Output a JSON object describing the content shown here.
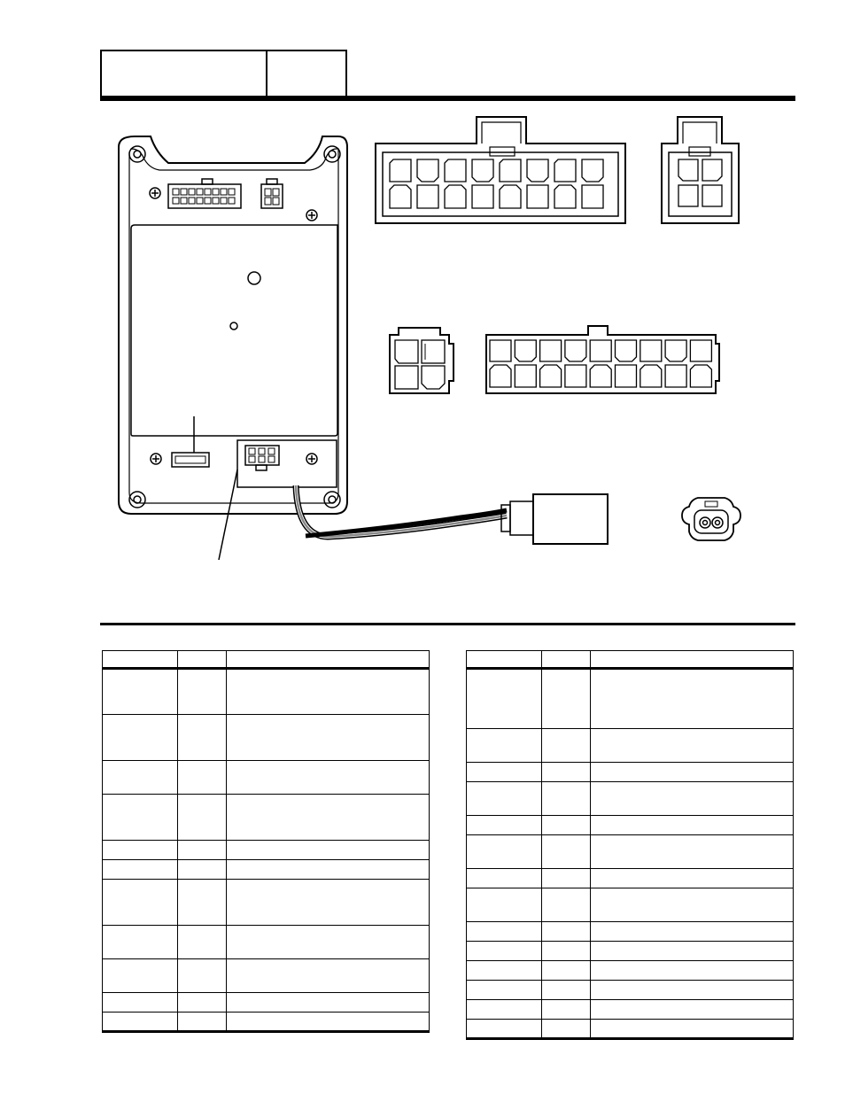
{
  "header": {
    "cell_1": "",
    "cell_2": ""
  },
  "diagram": {
    "parts": [
      "controller-module",
      "sixteen-pin-connector-top",
      "four-pin-connector-top",
      "four-pin-connector-mid",
      "eighteen-pin-connector-mid",
      "cable-plug",
      "plug-end-view"
    ]
  },
  "tables": {
    "left": {
      "headers": [
        "",
        "",
        ""
      ],
      "rows": [
        {
          "c1": "",
          "c2": "",
          "c3": "",
          "h": 52
        },
        {
          "c1": "",
          "c2": "",
          "c3": "",
          "h": 52
        },
        {
          "c1": "",
          "c2": "",
          "c3": "",
          "h": 38
        },
        {
          "c1": "",
          "c2": "",
          "c3": "",
          "h": 52
        },
        {
          "c1": "",
          "c2": "",
          "c3": "",
          "h": 22
        },
        {
          "c1": "",
          "c2": "",
          "c3": "",
          "h": 22
        },
        {
          "c1": "",
          "c2": "",
          "c3": "",
          "h": 52
        },
        {
          "c1": "",
          "c2": "",
          "c3": "",
          "h": 38
        },
        {
          "c1": "",
          "c2": "",
          "c3": "",
          "h": 38
        },
        {
          "c1": "",
          "c2": "",
          "c3": "",
          "h": 22
        },
        {
          "c1": "",
          "c2": "",
          "c3": "",
          "h": 22
        }
      ]
    },
    "right": {
      "headers": [
        "",
        "",
        ""
      ],
      "rows": [
        {
          "c1": "",
          "c2": "",
          "c3": "",
          "h": 68
        },
        {
          "c1": "",
          "c2": "",
          "c3": "",
          "h": 38
        },
        {
          "c1": "",
          "c2": "",
          "c3": "",
          "h": 22
        },
        {
          "c1": "",
          "c2": "",
          "c3": "",
          "h": 38
        },
        {
          "c1": "",
          "c2": "",
          "c3": "",
          "h": 22
        },
        {
          "c1": "",
          "c2": "",
          "c3": "",
          "h": 38
        },
        {
          "c1": "",
          "c2": "",
          "c3": "",
          "h": 22
        },
        {
          "c1": "",
          "c2": "",
          "c3": "",
          "h": 38
        },
        {
          "c1": "",
          "c2": "",
          "c3": "",
          "h": 22
        },
        {
          "c1": "",
          "c2": "",
          "c3": "",
          "h": 22
        },
        {
          "c1": "",
          "c2": "",
          "c3": "",
          "h": 22
        },
        {
          "c1": "",
          "c2": "",
          "c3": "",
          "h": 22
        },
        {
          "c1": "",
          "c2": "",
          "c3": "",
          "h": 22
        },
        {
          "c1": "",
          "c2": "",
          "c3": "",
          "h": 22
        }
      ]
    }
  }
}
